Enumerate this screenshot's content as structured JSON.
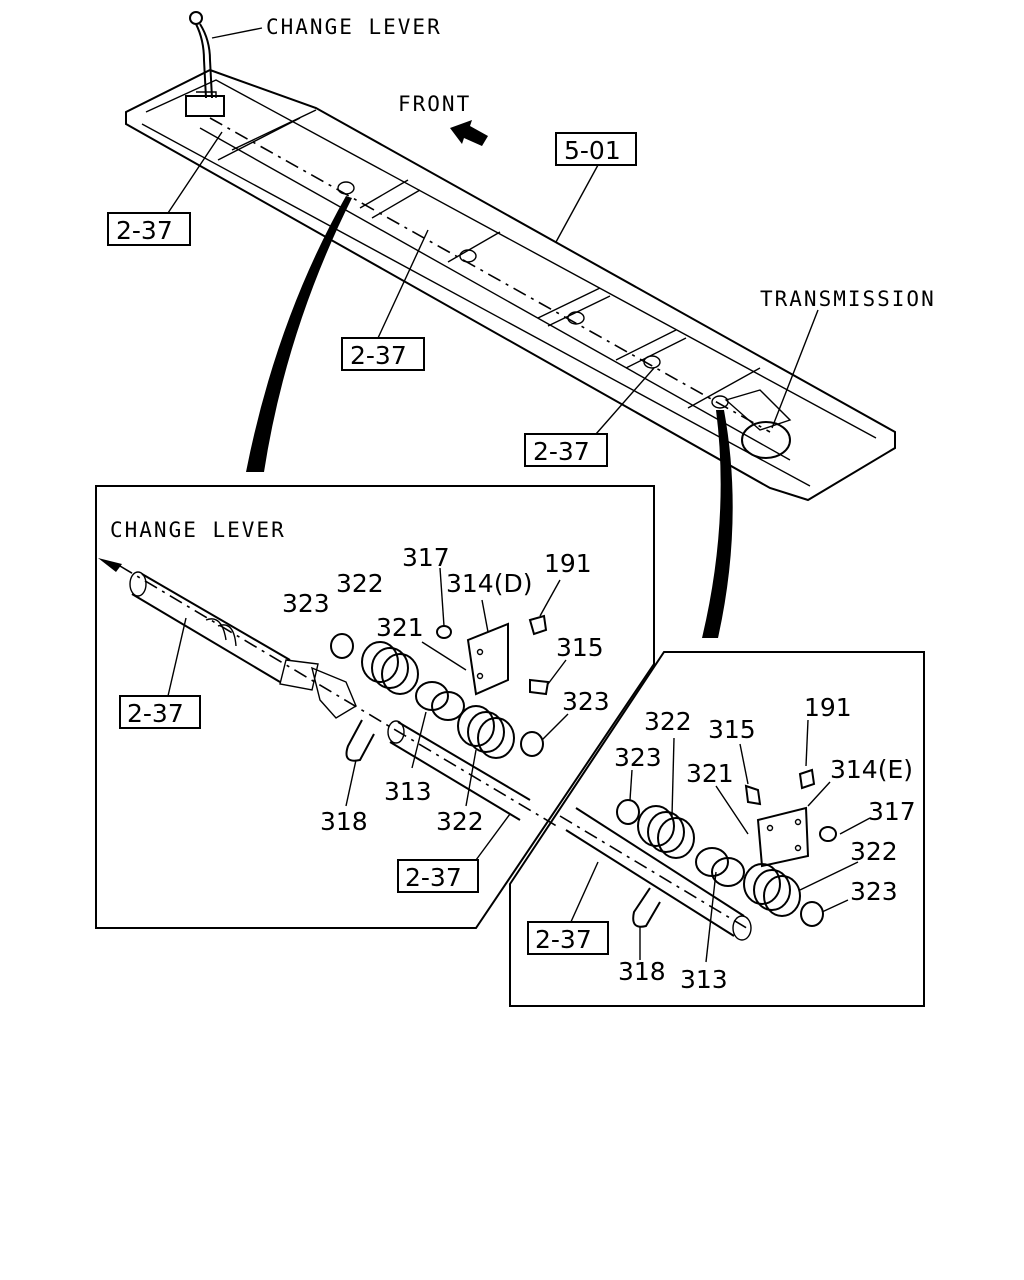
{
  "labels": {
    "change_lever_top": "CHANGE LEVER",
    "front": "FRONT",
    "transmission": "TRANSMISSION",
    "change_lever_inset": "CHANGE LEVER"
  },
  "refs": {
    "r501": "5-01",
    "r237_a": "2-37",
    "r237_b": "2-37",
    "r237_c": "2-37",
    "r237_d": "2-37",
    "r237_e": "2-37",
    "r237_f": "2-37"
  },
  "left_inset": {
    "p317": "317",
    "p314d": "314(D)",
    "p191": "191",
    "p323a": "323",
    "p322a": "322",
    "p321": "321",
    "p315": "315",
    "p323b": "323",
    "p313": "313",
    "p318": "318",
    "p322b": "322"
  },
  "right_inset": {
    "p191": "191",
    "p322a": "322",
    "p315": "315",
    "p323a": "323",
    "p321": "321",
    "p314e": "314(E)",
    "p317": "317",
    "p322b": "322",
    "p323b": "323",
    "p318": "318",
    "p313": "313"
  }
}
